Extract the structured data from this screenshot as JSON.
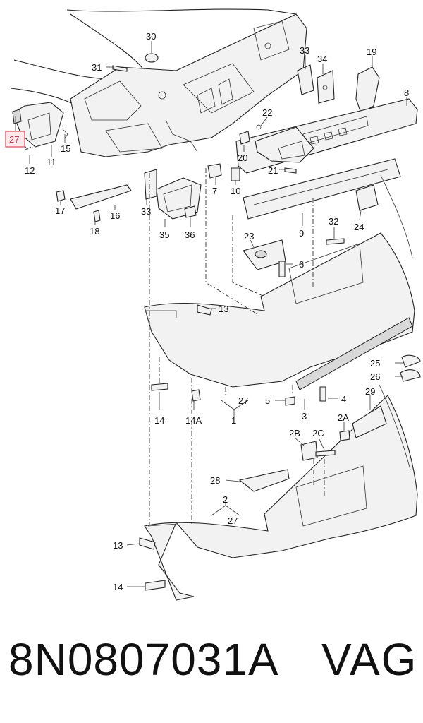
{
  "diagram": {
    "callouts": {
      "c30": "30",
      "c31": "31",
      "c33a": "33",
      "c34": "34",
      "c19": "19",
      "c8": "8",
      "c27a": "27",
      "c15": "15",
      "c11": "11",
      "c12": "12",
      "c22": "22",
      "c20": "20",
      "c21": "21",
      "c7": "7",
      "c10": "10",
      "c17": "17",
      "c16": "16",
      "c18": "18",
      "c33b": "33",
      "c35": "35",
      "c36": "36",
      "c9": "9",
      "c32": "32",
      "c24": "24",
      "c23": "23",
      "c6": "6",
      "c13a": "13",
      "c25": "25",
      "c26": "26",
      "c14a": "14",
      "c14A": "14A",
      "c27b": "27",
      "c1": "1",
      "c5": "5",
      "c4": "4",
      "c3": "3",
      "c29": "29",
      "c2A": "2A",
      "c2B": "2B",
      "c2C": "2C",
      "c28": "28",
      "c2": "2",
      "c27c": "27",
      "c13b": "13",
      "c14b": "14"
    },
    "highlighted_callout": "27",
    "highlight_color": "#e06070"
  },
  "footer": {
    "part_number": "8N0807031A",
    "brand": "VAG"
  }
}
